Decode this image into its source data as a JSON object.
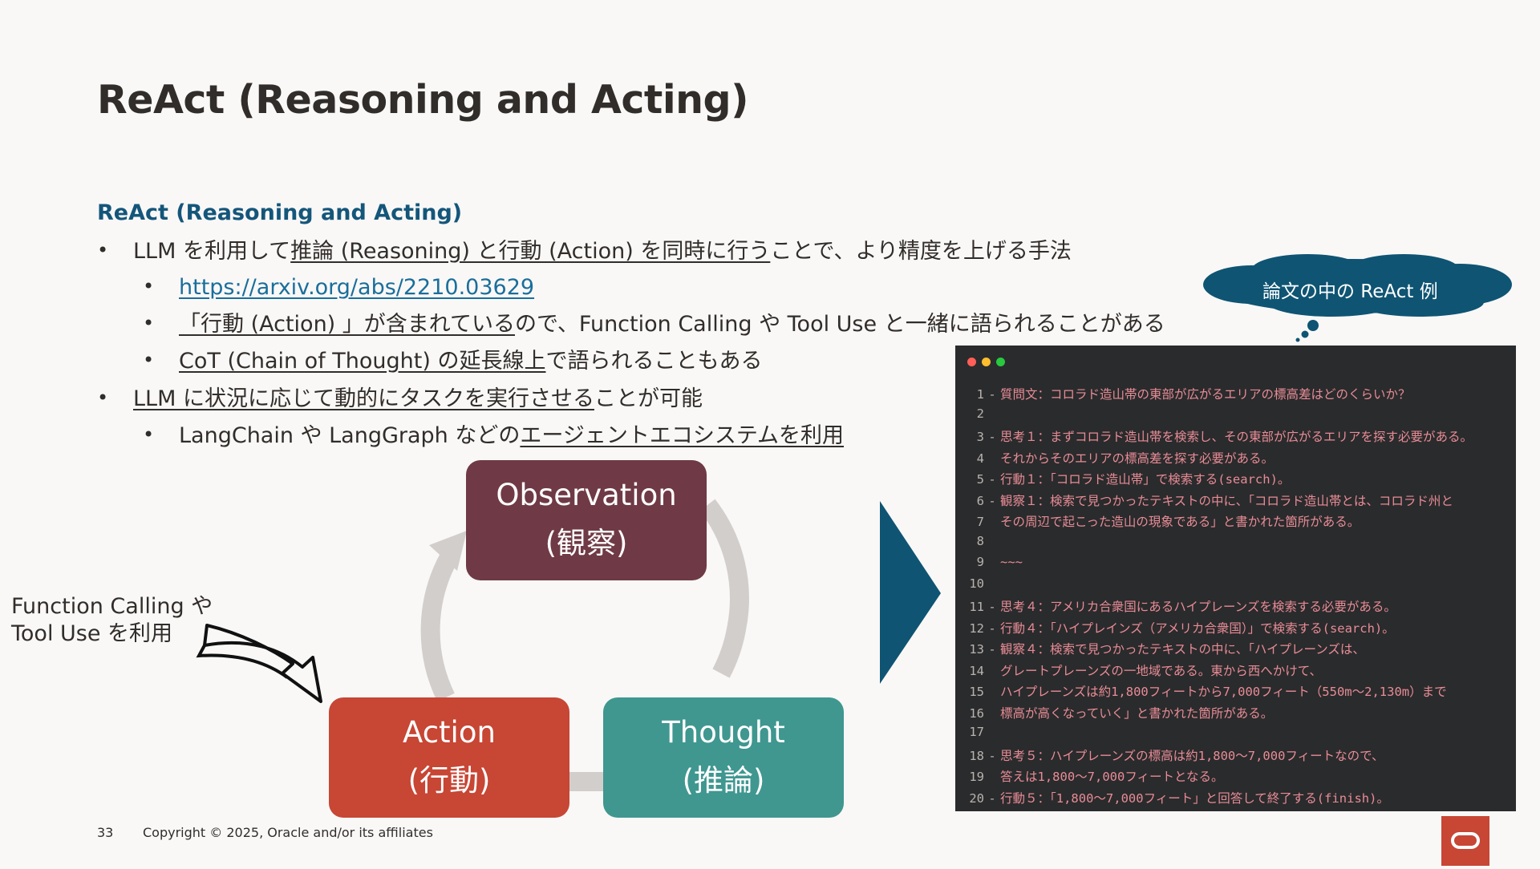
{
  "slide": {
    "title": "ReAct (Reasoning and Acting)",
    "subheading": "ReAct (Reasoning and Acting)"
  },
  "bullets": {
    "b1_pre": "LLM を利用して",
    "b1_u": "推論 (Reasoning) と行動 (Action) を同時に行う",
    "b1_post": "ことで、より精度を上げる手法",
    "b1a_link": "https://arxiv.org/abs/2210.03629",
    "b1b_u": "「行動 (Action) 」が含まれている",
    "b1b_post": "ので、Function Calling や Tool Use と一緒に語られることがある",
    "b1c_u": "CoT (Chain of Thought) の延長線上",
    "b1c_post": "で語られることもある",
    "b2_u": "LLM に状況に応じて動的にタスクを実行させる",
    "b2_post": "ことが可能",
    "b2a_pre": "LangChain や LangGraph などの",
    "b2a_u": "エージェントエコシステムを利用"
  },
  "cycle": {
    "observation": "Observation",
    "observation_jp": "(観察)",
    "action": "Action",
    "action_jp": "(行動)",
    "thought": "Thought",
    "thought_jp": "(推論)",
    "fc_line1": "Function Calling や",
    "fc_line2": "Tool Use を利用"
  },
  "callout": {
    "text": "論文の中の ReAct 例"
  },
  "code": {
    "lines": [
      {
        "n": "1",
        "m": "-",
        "t": "質問文：コロラド造山帯の東部が広がるエリアの標高差はどのくらいか？"
      },
      {
        "n": "2",
        "m": "",
        "t": ""
      },
      {
        "n": "3",
        "m": "-",
        "t": "思考１：まずコロラド造山帯を検索し、その東部が広がるエリアを探す必要がある。"
      },
      {
        "n": "4",
        "m": "",
        "t": "それからそのエリアの標高差を探す必要がある。"
      },
      {
        "n": "5",
        "m": "-",
        "t": "行動１：「コロラド造山帯」で検索する(search)。"
      },
      {
        "n": "6",
        "m": "-",
        "t": "観察１：検索で見つかったテキストの中に、「コロラド造山帯とは、コロラド州と"
      },
      {
        "n": "7",
        "m": "",
        "t": "その周辺で起こった造山の現象である」と書かれた箇所がある。"
      },
      {
        "n": "8",
        "m": "",
        "t": ""
      },
      {
        "n": "9",
        "m": "",
        "t": "~~~"
      },
      {
        "n": "10",
        "m": "",
        "t": ""
      },
      {
        "n": "11",
        "m": "-",
        "t": "思考４：アメリカ合衆国にあるハイプレーンズを検索する必要がある。"
      },
      {
        "n": "12",
        "m": "-",
        "t": "行動４：「ハイプレインズ（アメリカ合衆国）」で検索する(search)。"
      },
      {
        "n": "13",
        "m": "-",
        "t": "観察４：検索で見つかったテキストの中に、「ハイプレーンズは、"
      },
      {
        "n": "14",
        "m": "",
        "t": "グレートプレーンズの一地域である。東から西へかけて、"
      },
      {
        "n": "15",
        "m": "",
        "t": "ハイプレーンズは約1,800フィートから7,000フィート（550m〜2,130m）まで"
      },
      {
        "n": "16",
        "m": "",
        "t": "標高が高くなっていく」と書かれた箇所がある。"
      },
      {
        "n": "17",
        "m": "",
        "t": ""
      },
      {
        "n": "18",
        "m": "-",
        "t": "思考５：ハイプレーンズの標高は約1,800〜7,000フィートなので、"
      },
      {
        "n": "19",
        "m": "",
        "t": "答えは1,800〜7,000フィートとなる。"
      },
      {
        "n": "20",
        "m": "-",
        "t": "行動５：「1,800〜7,000フィート」と回答して終了する(finish)。"
      }
    ]
  },
  "footer": {
    "page_number": "33",
    "copyright": "Copyright © 2025, Oracle and/or its affiliates"
  },
  "colors": {
    "observation": "#6f3a45",
    "action": "#c74634",
    "thought": "#3f9790",
    "accent": "#14567a",
    "code_bg": "#2a2b2d",
    "code_text": "#e88c95"
  },
  "icons": [
    "cycle-arrow-icon",
    "hand-drawn-arrow-icon",
    "chevron-right-icon",
    "thought-cloud-icon",
    "window-dot-icons",
    "oracle-logo-icon"
  ]
}
